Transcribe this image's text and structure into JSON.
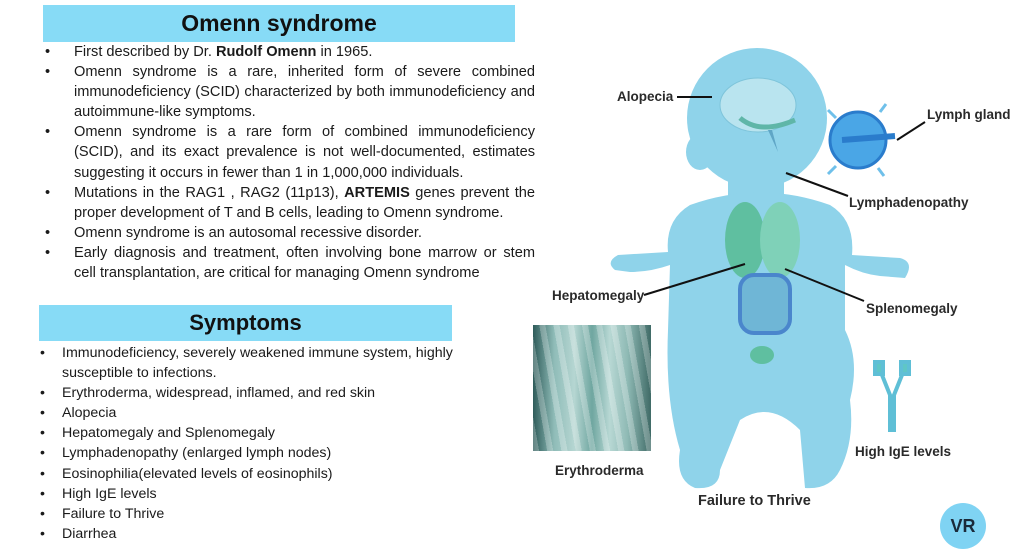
{
  "overview": {
    "title": "Omenn syndrome",
    "bullets": [
      {
        "pre": "First described by Dr. ",
        "bold": "Rudolf Omenn",
        "post": " in 1965."
      },
      {
        "pre": "Omenn syndrome is a rare, inherited form of severe combined immunodeficiency (SCID) characterized by both immunodeficiency and autoimmune-like symptoms.",
        "bold": "",
        "post": ""
      },
      {
        "pre": "Omenn syndrome is a rare form of combined immunodeficiency (SCID), and its exact prevalence is not well-documented, estimates suggesting it occurs in fewer than 1 in 1,000,000 individuals.",
        "bold": "",
        "post": ""
      },
      {
        "pre": "Mutations in the RAG1 , RAG2 (11p13), ",
        "bold": "ARTEMIS",
        "post": " genes prevent the proper development of T and B cells, leading to Omenn syndrome."
      },
      {
        "pre": "Omenn syndrome is an autosomal recessive disorder.",
        "bold": "",
        "post": ""
      },
      {
        "pre": "Early diagnosis and treatment, often involving bone marrow or stem cell transplantation, are critical for managing Omenn syndrome",
        "bold": "",
        "post": ""
      }
    ]
  },
  "symptoms": {
    "title": "Symptoms",
    "items": [
      "Immunodeficiency, severely weakened immune system, highly susceptible to infections.",
      "Erythroderma,  widespread, inflamed, and red skin",
      "Alopecia",
      "Hepatomegaly and Splenomegaly",
      "Lymphadenopathy (enlarged lymph nodes)",
      "Eosinophilia(elevated levels of eosinophils)",
      "High IgE levels",
      "Failure to Thrive",
      "Diarrhea"
    ]
  },
  "illustration": {
    "labels": {
      "alopecia": "Alopecia",
      "lymph_gland": "Lymph gland",
      "lymphadenopathy": "Lymphadenopathy",
      "hepatomegaly": "Hepatomegaly",
      "splenomegaly": "Splenomegaly",
      "erythroderma": "Erythroderma",
      "high_ige": "High IgE levels",
      "failure_to_thrive": "Failure to Thrive"
    },
    "badge": "VR",
    "colors": {
      "header_bg": "#87dbf6",
      "body": "#8fd3ea",
      "organs": "#5fbfa8"
    }
  }
}
